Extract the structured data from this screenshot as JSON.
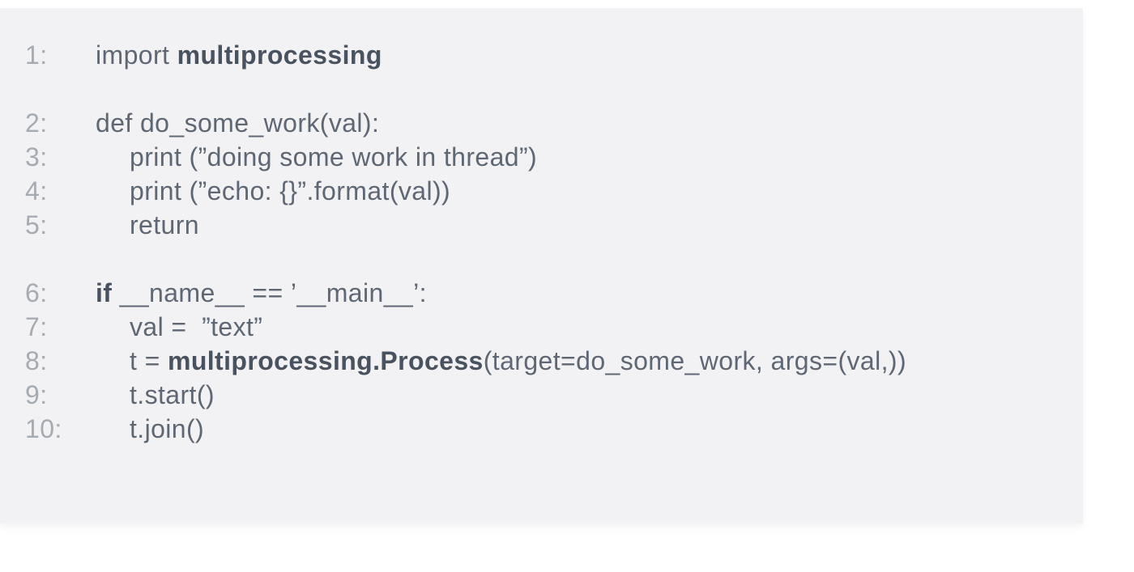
{
  "page": {
    "background_color": "#ffffff",
    "card_background_color": "#f2f2f4"
  },
  "colors": {
    "line_number": "#a6abb2",
    "code": "#5e6773",
    "emphasis": "#49525f"
  },
  "code_block": {
    "language": "python",
    "lines": [
      {
        "number": "1:",
        "indent": 0,
        "segments": [
          {
            "text": "import ",
            "em": false
          },
          {
            "text": "multiprocessing",
            "em": true
          }
        ]
      },
      {
        "blank": true
      },
      {
        "number": "2:",
        "indent": 0,
        "segments": [
          {
            "text": "def do_some_work(val):",
            "em": false
          }
        ]
      },
      {
        "number": "3:",
        "indent": 1,
        "segments": [
          {
            "text": "print (”doing some work in thread”)",
            "em": false
          }
        ]
      },
      {
        "number": "4:",
        "indent": 1,
        "segments": [
          {
            "text": "print (”echo: {}”.format(val))",
            "em": false
          }
        ]
      },
      {
        "number": "5:",
        "indent": 1,
        "segments": [
          {
            "text": "return",
            "em": false
          }
        ]
      },
      {
        "blank": true
      },
      {
        "number": "6:",
        "indent": 0,
        "segments": [
          {
            "text": "if ",
            "em": true
          },
          {
            "text": "__name__ == ’__main__’:",
            "em": false
          }
        ]
      },
      {
        "number": "7:",
        "indent": 1,
        "segments": [
          {
            "text": "val =  ”text”",
            "em": false
          }
        ]
      },
      {
        "number": "8:",
        "indent": 1,
        "segments": [
          {
            "text": "t = ",
            "em": false
          },
          {
            "text": "multiprocessing.Process",
            "em": true
          },
          {
            "text": "(target=do_some_work, args=(val,))",
            "em": false
          }
        ]
      },
      {
        "number": "9:",
        "indent": 1,
        "segments": [
          {
            "text": "t.start()",
            "em": false
          }
        ]
      },
      {
        "number": "10:",
        "indent": 1,
        "segments": [
          {
            "text": "t.join()",
            "em": false
          }
        ]
      }
    ]
  }
}
